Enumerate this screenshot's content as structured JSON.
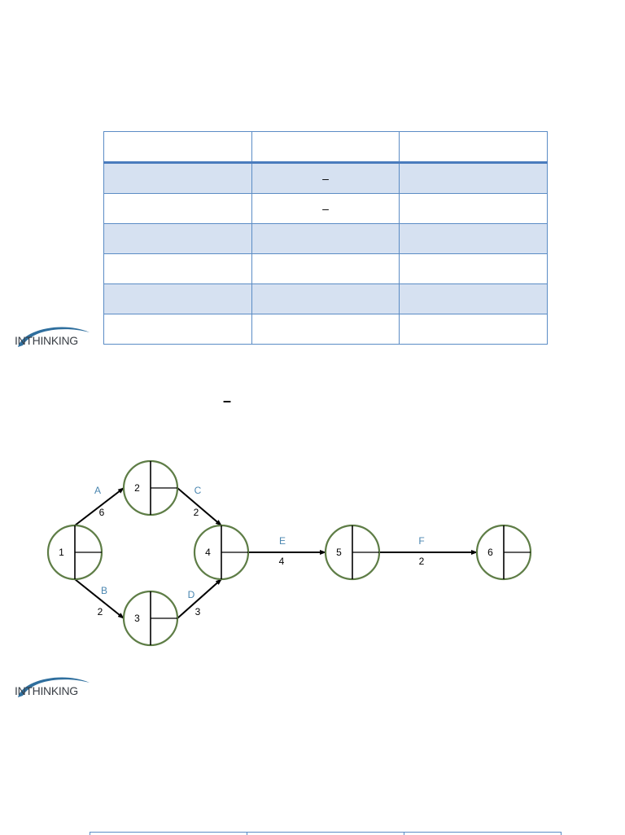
{
  "table": {
    "rows": [
      {
        "cells": [
          "",
          "",
          ""
        ],
        "shaded": false,
        "header": true
      },
      {
        "cells": [
          "",
          "–",
          ""
        ],
        "shaded": true
      },
      {
        "cells": [
          "",
          "–",
          ""
        ],
        "shaded": false
      },
      {
        "cells": [
          "",
          "",
          ""
        ],
        "shaded": true
      },
      {
        "cells": [
          "",
          "",
          ""
        ],
        "shaded": false
      },
      {
        "cells": [
          "",
          "",
          ""
        ],
        "shaded": true
      },
      {
        "cells": [
          "",
          "",
          ""
        ],
        "shaded": false
      }
    ]
  },
  "logo": {
    "text": "INTHINKING"
  },
  "dash_text": "–",
  "network": {
    "nodes": [
      {
        "id": "1",
        "label": "1"
      },
      {
        "id": "2",
        "label": "2"
      },
      {
        "id": "3",
        "label": "3"
      },
      {
        "id": "4",
        "label": "4"
      },
      {
        "id": "5",
        "label": "5"
      },
      {
        "id": "6",
        "label": "6"
      }
    ],
    "activities": [
      {
        "name": "A",
        "duration": "6",
        "from": "1",
        "to": "2"
      },
      {
        "name": "B",
        "duration": "2",
        "from": "1",
        "to": "3"
      },
      {
        "name": "C",
        "duration": "2",
        "from": "2",
        "to": "4"
      },
      {
        "name": "D",
        "duration": "3",
        "from": "3",
        "to": "4"
      },
      {
        "name": "E",
        "duration": "4",
        "from": "4",
        "to": "5"
      },
      {
        "name": "F",
        "duration": "2",
        "from": "5",
        "to": "6"
      }
    ],
    "colors": {
      "node_stroke": "#5e7d46",
      "activity_label": "#4a86b0",
      "edge": "#000000"
    }
  }
}
